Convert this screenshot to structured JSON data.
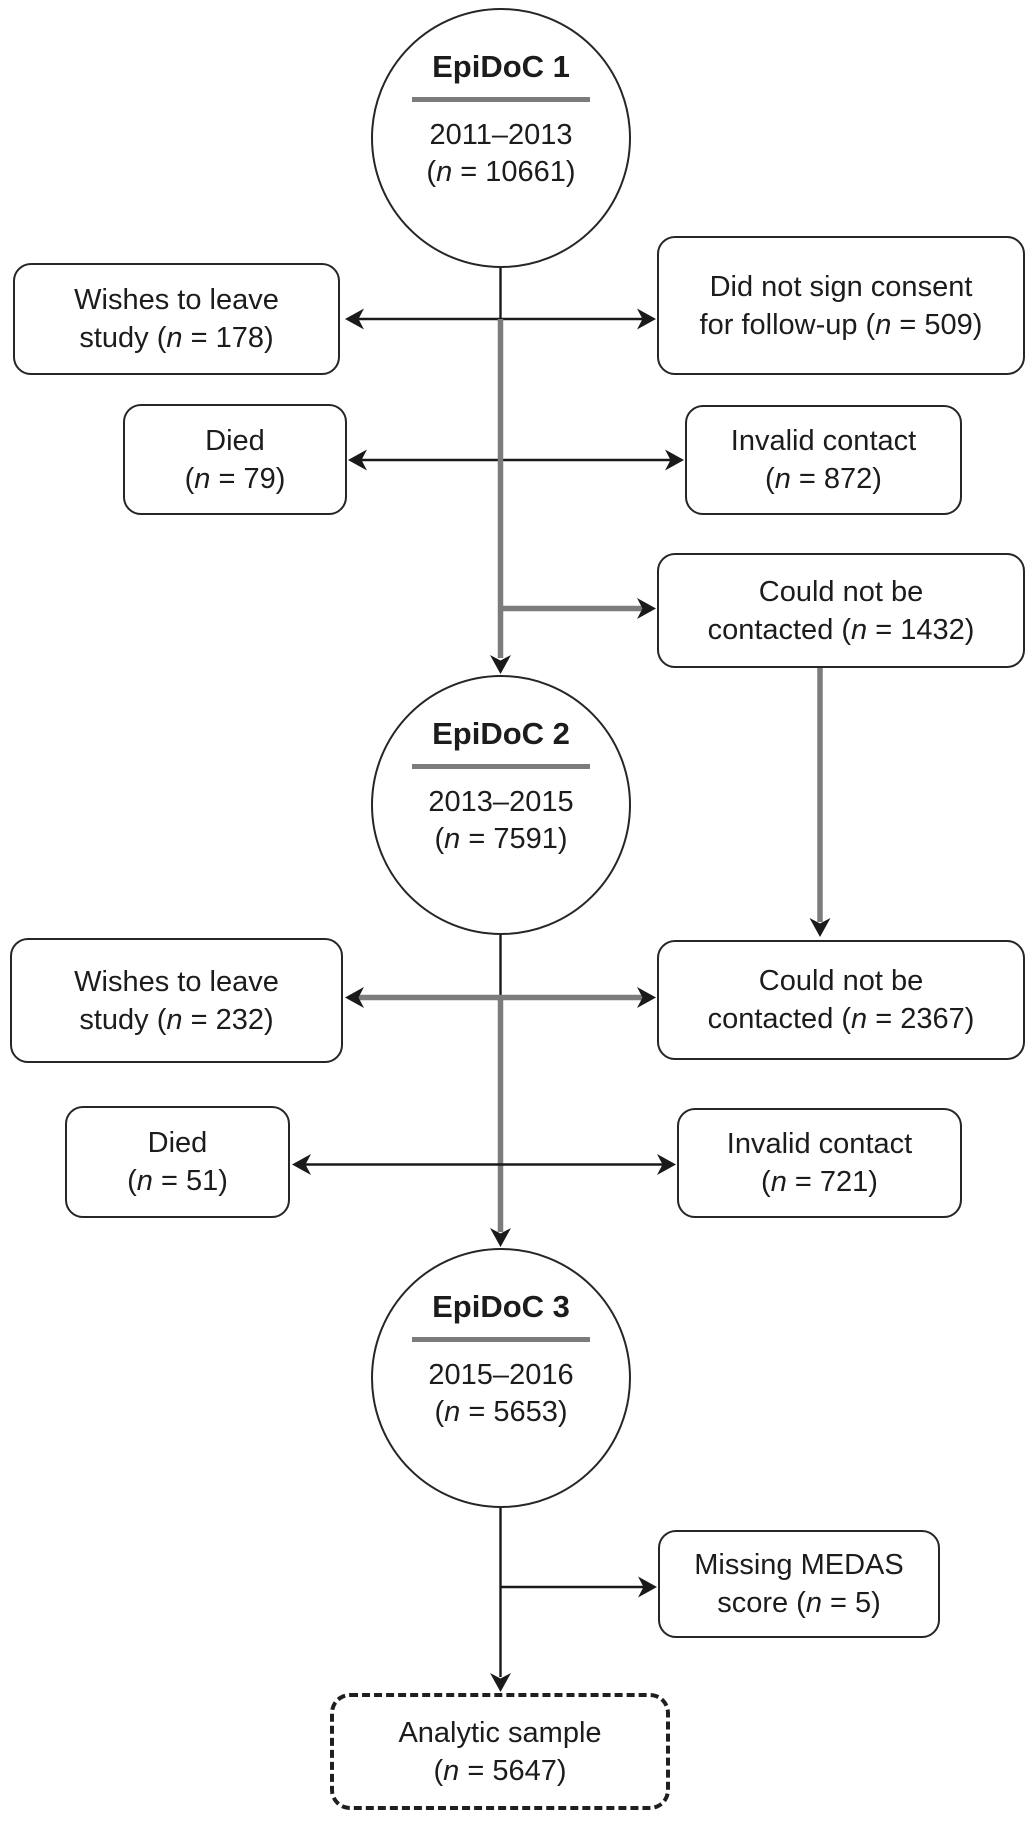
{
  "n_symbol": "n",
  "colors": {
    "line_black": "#1a1a1a",
    "line_gray": "#7c7c7c",
    "background": "#ffffff"
  },
  "circles": [
    {
      "title": "EpiDoC 1",
      "period": "2011–2013",
      "n_prefix": "(",
      "n_suffix": " = 10661)"
    },
    {
      "title": "EpiDoC 2",
      "period": "2013–2015",
      "n_prefix": "(",
      "n_suffix": " = 7591)"
    },
    {
      "title": "EpiDoC 3",
      "period": "2015–2016",
      "n_prefix": "(",
      "n_suffix": " = 5653)"
    }
  ],
  "boxes": [
    {
      "line1": "Wishes to leave",
      "line2_prefix": "study (",
      "line2_suffix": " = 178)"
    },
    {
      "line1": "Did not sign consent",
      "line2_prefix": "for follow-up (",
      "line2_suffix": " = 509)"
    },
    {
      "line1": "Died",
      "line2_prefix": "(",
      "line2_suffix": " = 79)"
    },
    {
      "line1": "Invalid contact",
      "line2_prefix": "(",
      "line2_suffix": " = 872)"
    },
    {
      "line1": "Could not be",
      "line2_prefix": "contacted (",
      "line2_suffix": " = 1432)"
    },
    {
      "line1": "Wishes to leave",
      "line2_prefix": "study (",
      "line2_suffix": " = 232)"
    },
    {
      "line1": "Could not be",
      "line2_prefix": "contacted (",
      "line2_suffix": " = 2367)"
    },
    {
      "line1": "Died",
      "line2_prefix": "(",
      "line2_suffix": " = 51)"
    },
    {
      "line1": "Invalid contact",
      "line2_prefix": "(",
      "line2_suffix": " = 721)"
    },
    {
      "line1": "Missing MEDAS",
      "line2_prefix": "score (",
      "line2_suffix": " = 5)"
    },
    {
      "line1": "Analytic sample",
      "line2_prefix": "(",
      "line2_suffix": " = 5647)"
    }
  ]
}
